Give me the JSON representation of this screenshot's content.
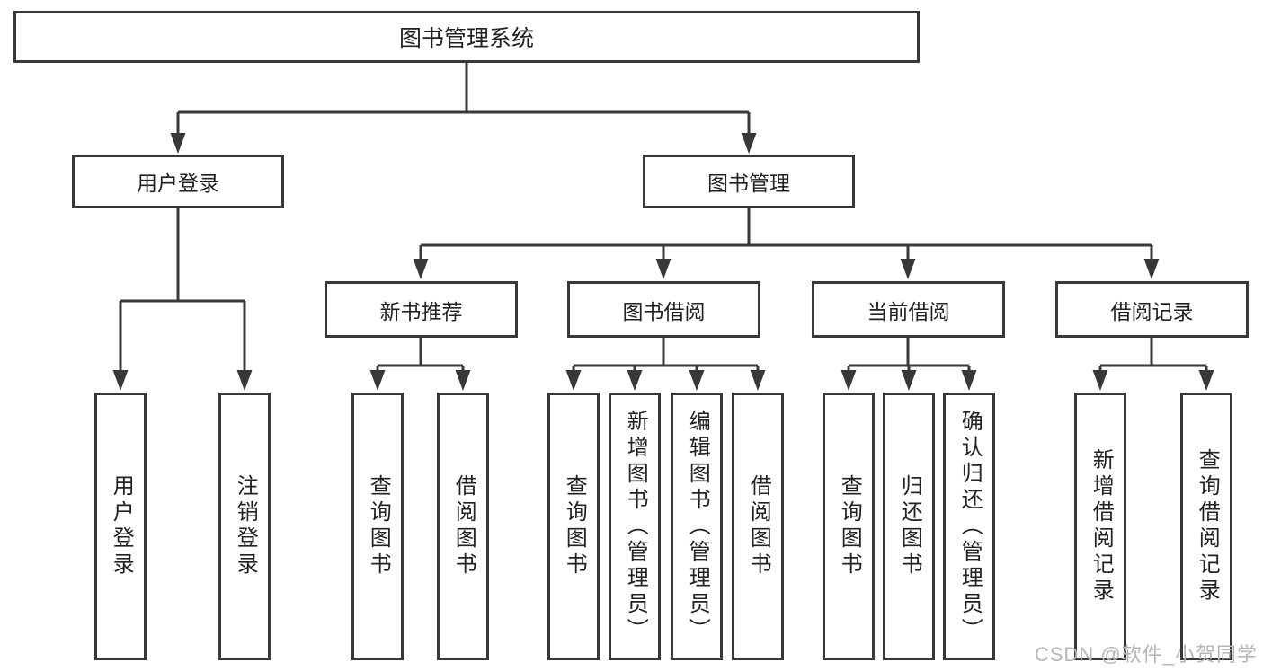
{
  "diagram": {
    "root": "图书管理系统",
    "level2": {
      "user_login": "用户登录",
      "book_mgmt": "图书管理"
    },
    "level3": {
      "new_books": "新书推荐",
      "book_borrow": "图书借阅",
      "current_borrow": "当前借阅",
      "borrow_records": "借阅记录"
    },
    "leaves": {
      "user_login": [
        "用户登录",
        "注销登录"
      ],
      "new_books": [
        "查询图书",
        "借阅图书"
      ],
      "book_borrow": [
        "查询图书",
        "新增图书（管理员）",
        "编辑图书（管理员）",
        "借阅图书"
      ],
      "current_borrow": [
        "查询图书",
        "归还图书",
        "确认归还（管理员）"
      ],
      "borrow_records": [
        "新增借阅记录",
        "查询借阅记录"
      ]
    }
  },
  "watermark": "CSDN @软件_小贺同学",
  "colors": {
    "page_bg": "#ffffff",
    "box_bg": "#ffffff",
    "box_border": "#383838",
    "line": "#383838",
    "text": "#222222",
    "watermark": "#b5b5b5"
  }
}
